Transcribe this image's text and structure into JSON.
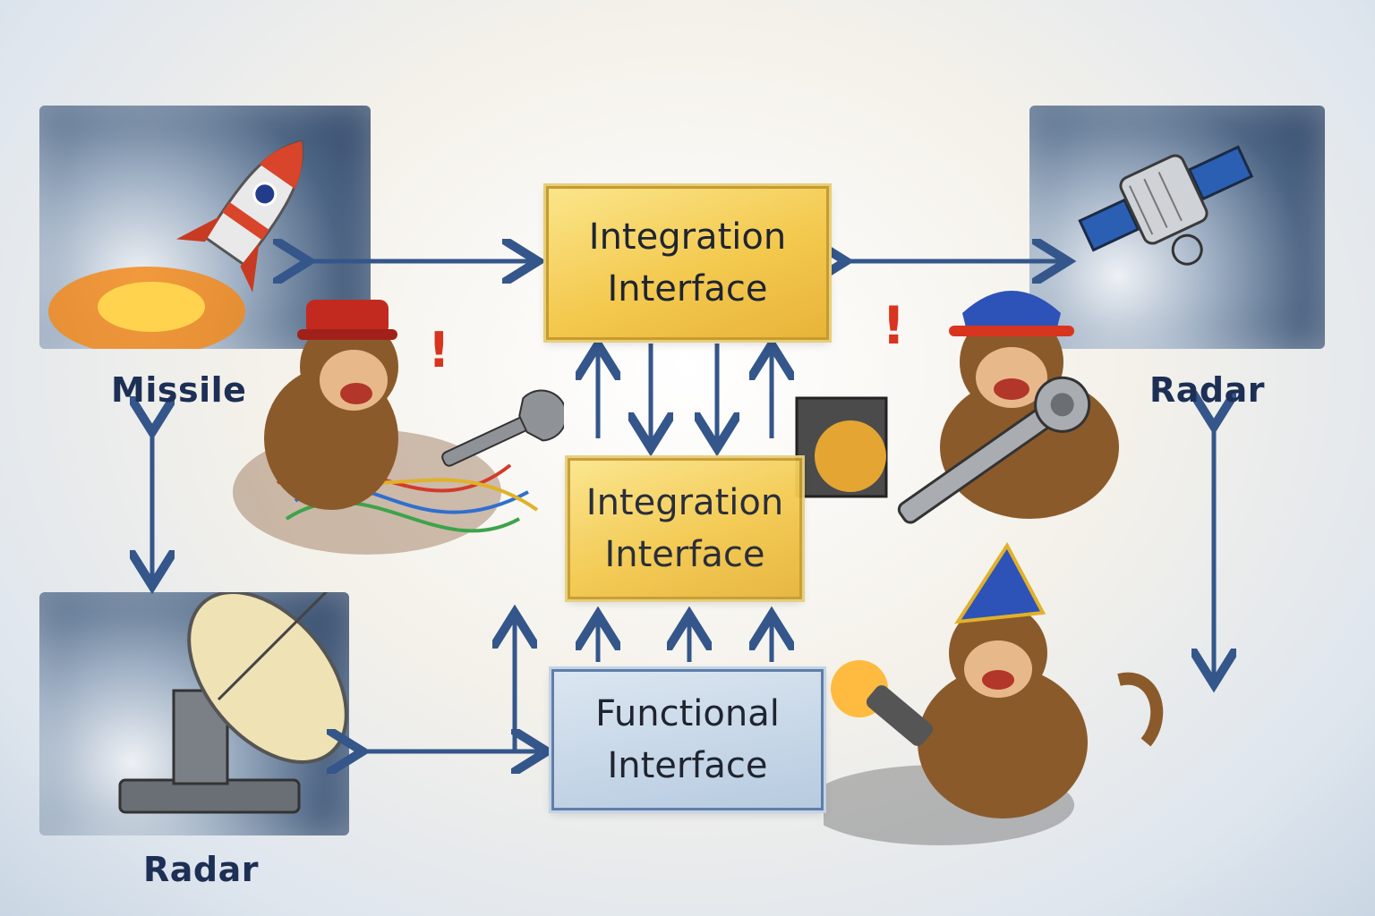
{
  "diagram": {
    "top_box": {
      "line1": "Integration",
      "line2": "Interface"
    },
    "middle_box": {
      "line1": "Integration",
      "line2": "Interface"
    },
    "bottom_box": {
      "line1": "Functional",
      "line2": "Interface"
    },
    "labels": {
      "missile": "Missile",
      "radar_left": "Radar",
      "radar_right": "Radar"
    }
  },
  "colors": {
    "arrow": "#34568a",
    "integration_box": "#f3c94e",
    "functional_box": "#b7cbe0",
    "label_text": "#1d2f55"
  },
  "icons": [
    "rocket-icon",
    "satellite-icon",
    "radar-dish-icon",
    "monkey-icon",
    "wrench-icon",
    "spark-icon",
    "exclamation-icon"
  ]
}
